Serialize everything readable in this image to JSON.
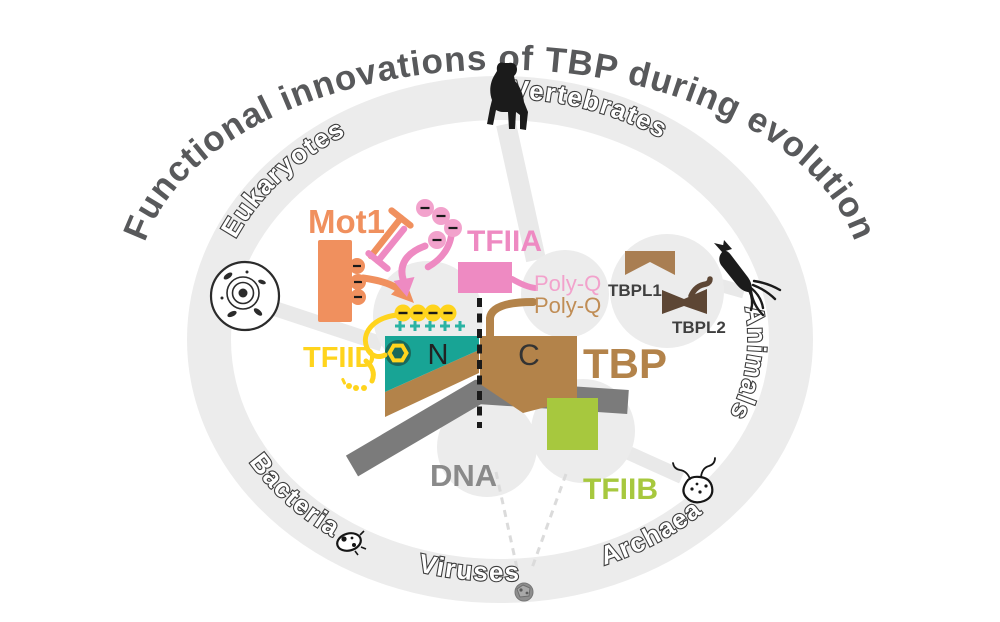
{
  "title": "Functional innovations of TBP during evolution",
  "ring_labels": {
    "eukaryotes": "Eukaryotes",
    "vertebrates": "Vertebrates",
    "animals": "Animals",
    "bacteria": "Bacteria",
    "viruses": "Viruses",
    "archaea": "Archaea"
  },
  "center": {
    "mot1": "Mot1",
    "tfiia": "TFIIA",
    "tfiid": "TFIID",
    "tfiib": "TFIIB",
    "tbp": "TBP",
    "dna": "DNA",
    "n_lobe": "N",
    "c_lobe": "C",
    "polyq_tfiia": "Poly-Q",
    "polyq_tbp": "Poly-Q",
    "tbpl1": "TBPL1",
    "tbpl2": "TBPL2"
  },
  "icons": {
    "vertebrates": "gorilla-icon",
    "animals": "squid-icon",
    "eukaryotes": "eukaryote-cell-icon",
    "bacteria": "bacterium-icon",
    "viruses": "virus-particle-icon",
    "archaea": "archaeon-icon"
  },
  "colors": {
    "title_gray": "#58595B",
    "ring_gray": "#ECECEC",
    "spoke_gray": "#E9E9E9",
    "dashed_gray": "#DBDBDB",
    "mot1_orange": "#F0905E",
    "tfiia_pink": "#EE8AC2",
    "pink_light": "#F2A2CC",
    "tfiid_yellow": "#FFD41D",
    "n_lobe_teal": "#18A495",
    "plus_teal": "#2AB3A3",
    "clamp_dark_teal": "#19685B",
    "tbp_brown": "#B3834A",
    "polyq_brown_text": "#C08D55",
    "tbpl1_brown": "#A97E52",
    "tbpl2_brown": "#5D4634",
    "tfiib_green": "#A7C83E",
    "dna_gray": "#7B7B7B",
    "dna_text_gray": "#8A8A8A",
    "charge_black": "#1A1A1A",
    "label_dark": "#3F3F3F"
  }
}
